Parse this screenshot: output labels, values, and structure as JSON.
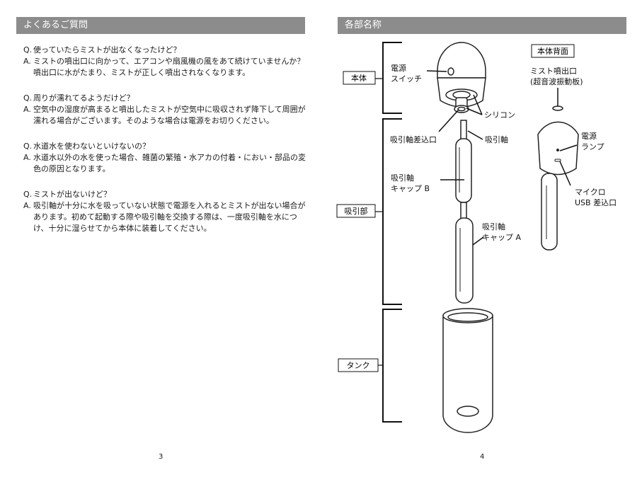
{
  "left_page": {
    "header": "よくあるご質問",
    "faq": [
      {
        "q": "使っていたらミストが出なくなったけど？",
        "a": "ミストの噴出口に向かって、エアコンや扇風機の風をあて続けていませんか？噴出口に水がたまり、ミストが正しく噴出されなくなります。"
      },
      {
        "q": "周りが濡れてるようだけど？",
        "a": "空気中の湿度が高まると噴出したミストが空気中に吸収されず降下して周囲が濡れる場合がございます。そのような場合は電源をお切りください。"
      },
      {
        "q": "水道水を使わないといけないの？",
        "a": "水道水以外の水を使った場合、雑菌の繁殖・水アカの付着・におい・部品の変色の原因となります。"
      },
      {
        "q": "ミストが出ないけど？",
        "a": "吸引軸が十分に水を吸っていない状態で電源を入れるとミストが出ない場合があります。初めて起動する際や吸引軸を交換する際は、一度吸引軸を水につけ、十分に湿らせてから本体に装着してください。"
      }
    ],
    "page_number": "3"
  },
  "right_page": {
    "header": "各部名称",
    "group_labels": {
      "body": "本体",
      "suction": "吸引部",
      "tank": "タンク"
    },
    "labels": {
      "power_switch": [
        "電源",
        "スイッチ"
      ],
      "silicone": "シリコン",
      "suction_inlet": "吸引軸差込口",
      "suction_shaft": "吸引軸",
      "cap_b": [
        "吸引軸",
        "キャップ B"
      ],
      "cap_a": [
        "吸引軸",
        "キャップ A"
      ],
      "back_view": "本体背面",
      "mist_outlet": [
        "ミスト噴出口",
        "(超音波振動板)"
      ],
      "power_lamp": [
        "電源",
        "ランプ"
      ],
      "micro_usb": [
        "マイクロ",
        "USB 差込口"
      ]
    },
    "page_number": "4"
  }
}
